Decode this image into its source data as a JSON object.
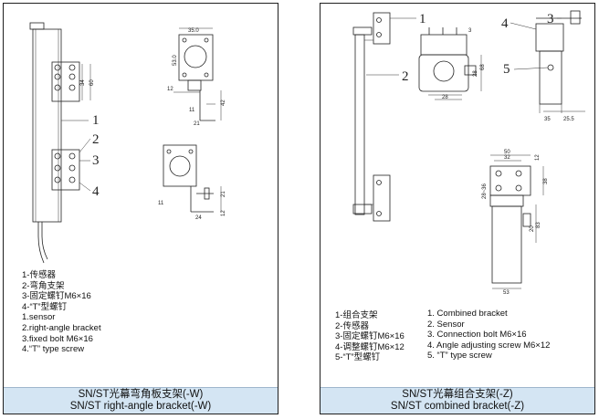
{
  "left": {
    "callouts": [
      "1",
      "2",
      "3",
      "4"
    ],
    "dims": {
      "bracket_height": "34",
      "bracket_outer": "60",
      "width_top": "35.0",
      "height_side": "53.0",
      "d12a": "12",
      "d42": "42",
      "d11a": "11",
      "d21a": "21",
      "d11b": "11",
      "d21b": "21",
      "d24": "24",
      "d12b": "12"
    },
    "legend": [
      "1-传感器",
      "2-弯角支架",
      "3-固定螺钉M6×16",
      "4-“T”型螺钉",
      "1.sensor",
      "2.right-angle bracket",
      "3.fixed bolt M6×16",
      "4.“T” type screw"
    ],
    "caption_cn": "SN/ST光幕弯角板支架(-W)",
    "caption_en": "SN/ST right-angle bracket(-W)"
  },
  "right": {
    "callouts": [
      "1",
      "2",
      "3",
      "4",
      "5"
    ],
    "dims": {
      "d3": "3",
      "d28a": "28",
      "d68": "68",
      "d28b": "28",
      "d38a": "38",
      "d35": "35",
      "d255": "25.5",
      "d50": "50",
      "d32": "32",
      "d12": "12",
      "d2836": "28~36",
      "d38b": "38",
      "d20": "20",
      "d83": "83",
      "d53": "53"
    },
    "legend_cn": [
      "1-组合支架",
      "2-传感器",
      "3-固定螺钉M6×16",
      "4-调整螺钉M6×12",
      "5-“T”型螺钉"
    ],
    "legend_en": [
      "1. Combined bracket",
      "2. Sensor",
      "3. Connection bolt M6×16",
      "4. Angle adjusting screw M6×12",
      "5. “T” type screw"
    ],
    "caption_cn": "SN/ST光幕组合支架(-Z)",
    "caption_en": "SN/ST combined bracket(-Z)"
  }
}
